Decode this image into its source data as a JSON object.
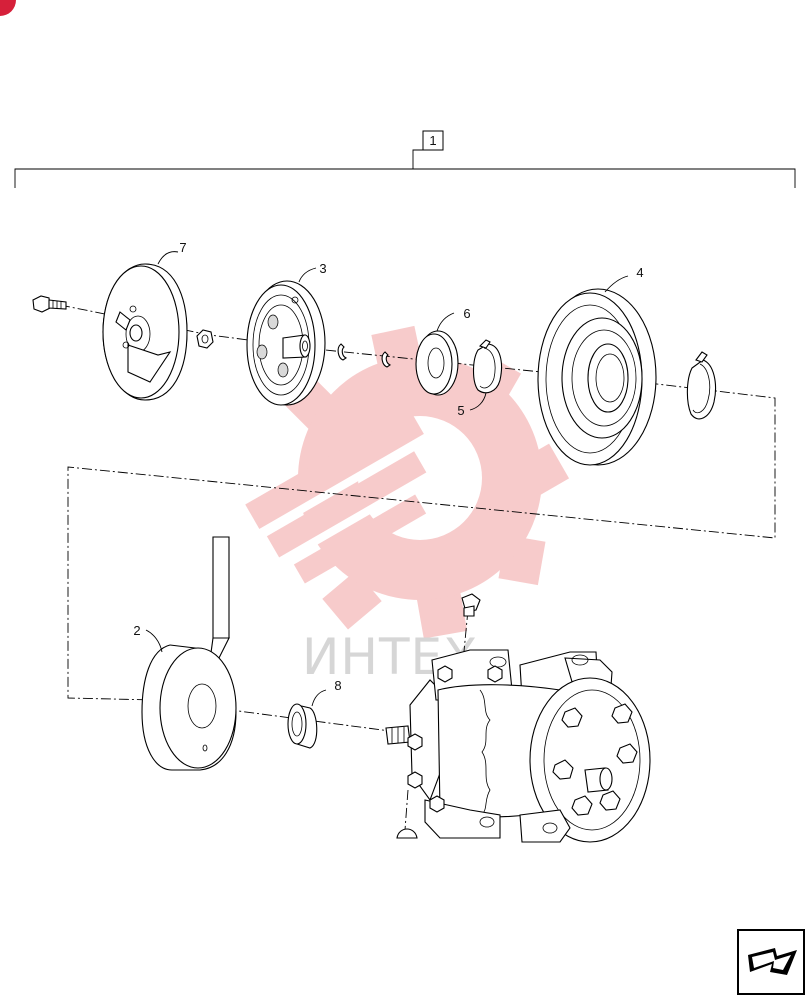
{
  "assembly_callout": "1",
  "callouts": [
    "2",
    "3",
    "4",
    "5",
    "6",
    "7",
    "8"
  ],
  "watermark_text": "ИНТЕХ",
  "colors": {
    "watermark": "#f4b8b8",
    "corner_badge": "#d6203a",
    "ink": "#000000"
  },
  "nav_icon": "next-page-arrow-icon"
}
